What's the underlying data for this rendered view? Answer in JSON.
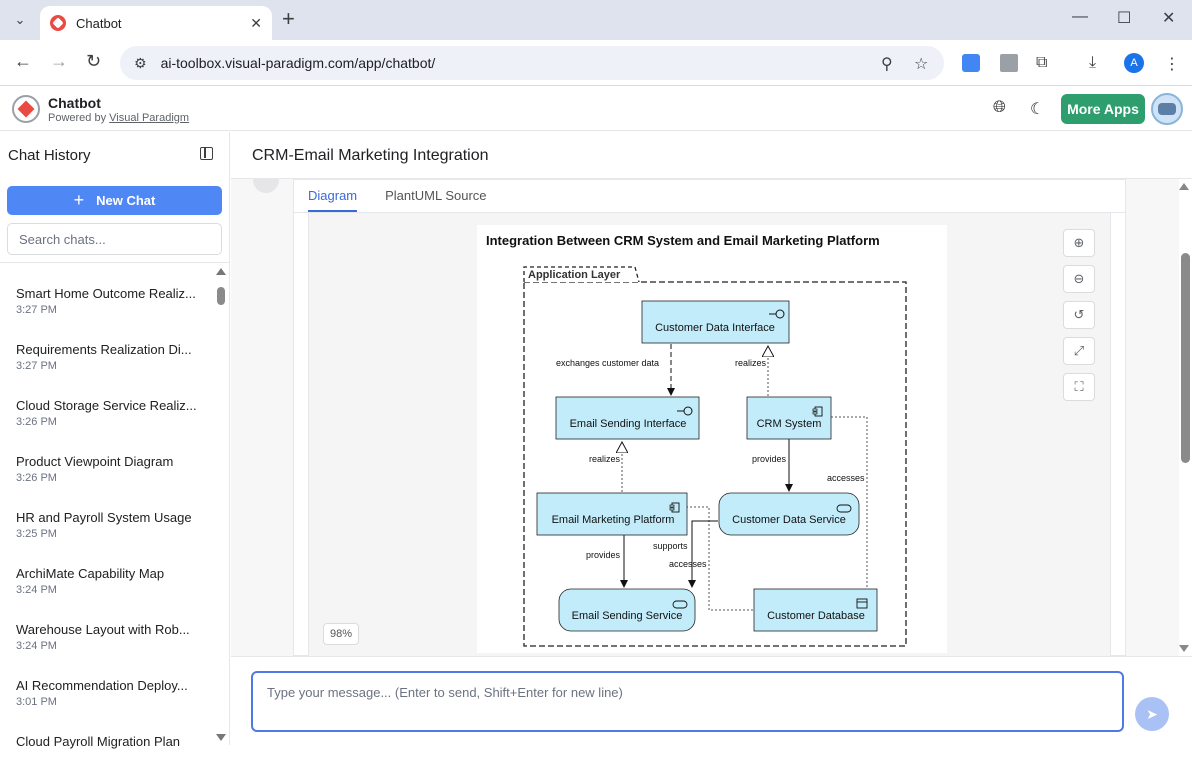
{
  "browser": {
    "tab_title": "Chatbot",
    "url": "ai-toolbox.visual-paradigm.com/app/chatbot/",
    "profile_initial": "A"
  },
  "app": {
    "name": "Chatbot",
    "powered_by_prefix": "Powered by",
    "powered_by_link": "Visual Paradigm",
    "more_apps_label": "More Apps"
  },
  "sidebar": {
    "title": "Chat History",
    "new_chat_label": "New Chat",
    "search_placeholder": "Search chats...",
    "items": [
      {
        "title": "Smart Home Outcome Realiz...",
        "time": "3:27 PM"
      },
      {
        "title": "Requirements Realization Di...",
        "time": "3:27 PM"
      },
      {
        "title": "Cloud Storage Service Realiz...",
        "time": "3:26 PM"
      },
      {
        "title": "Product Viewpoint Diagram",
        "time": "3:26 PM"
      },
      {
        "title": "HR and Payroll System Usage",
        "time": "3:25 PM"
      },
      {
        "title": "ArchiMate Capability Map",
        "time": "3:24 PM"
      },
      {
        "title": "Warehouse Layout with Rob...",
        "time": "3:24 PM"
      },
      {
        "title": "AI Recommendation Deploy...",
        "time": "3:01 PM"
      },
      {
        "title": "Cloud Payroll Migration Plan",
        "time": ""
      }
    ]
  },
  "main": {
    "title": "CRM-Email Marketing Integration",
    "tabs": [
      "Diagram",
      "PlantUML Source"
    ],
    "active_tab": "Diagram",
    "zoom_level": "98%",
    "composer_placeholder": "Type your message... (Enter to send, Shift+Enter for new line)"
  },
  "diagram": {
    "title": "Integration Between CRM System and Email Marketing Platform",
    "group_label": "Application Layer",
    "nodes": {
      "customer_data_interface": "Customer Data Interface",
      "email_sending_interface": "Email Sending Interface",
      "crm_system": "CRM System",
      "email_marketing_platform": "Email Marketing Platform",
      "customer_data_service": "Customer Data Service",
      "email_sending_service": "Email Sending Service",
      "customer_database": "Customer Database"
    },
    "edges": {
      "exchanges": "exchanges customer data",
      "realizes_1": "realizes",
      "realizes_2": "realizes",
      "provides_1": "provides",
      "provides_2": "provides",
      "accesses_1": "accesses",
      "accesses_2": "accesses",
      "supports": "supports"
    }
  },
  "colors": {
    "node_fill": "#c3ecfb",
    "node_stroke": "#1a1a1a",
    "primary_button": "#4f87f5",
    "more_apps": "#2f9e6e",
    "active_tab": "#3a6ad8"
  }
}
